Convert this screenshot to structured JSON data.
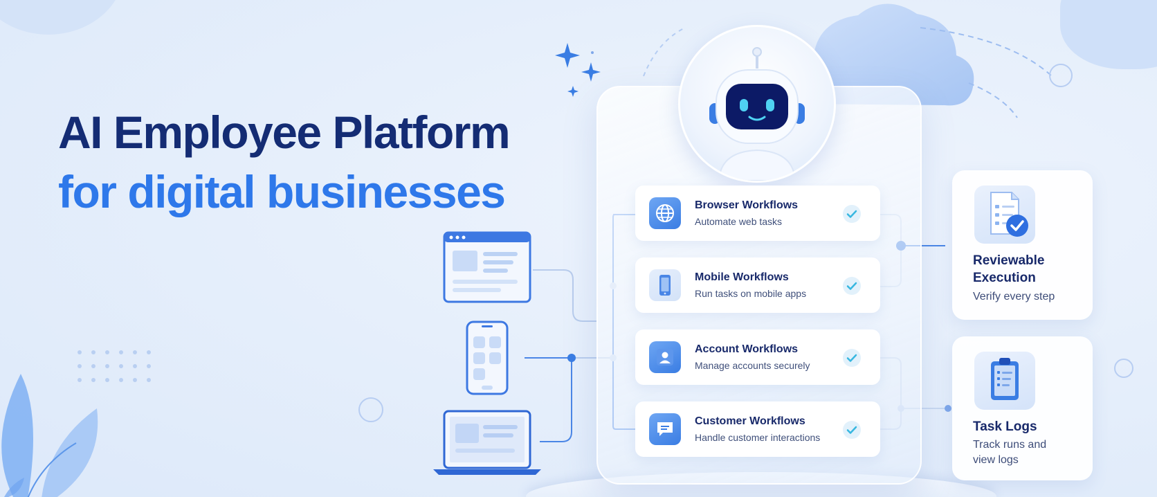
{
  "headline": {
    "line1": "AI Employee Platform",
    "line2": "for digital businesses"
  },
  "workflows": [
    {
      "title": "Browser Workflows",
      "subtitle": "Automate web tasks",
      "icon": "globe-icon",
      "status": "check-icon"
    },
    {
      "title": "Mobile Workflows",
      "subtitle": "Run tasks on mobile apps",
      "icon": "smartphone-icon",
      "status": "check-icon"
    },
    {
      "title": "Account Workflows",
      "subtitle": "Manage accounts securely",
      "icon": "user-icon",
      "status": "check-icon"
    },
    {
      "title": "Customer Workflows",
      "subtitle": "Handle customer interactions",
      "icon": "chat-bubble-icon",
      "status": "check-icon"
    }
  ],
  "side_cards": [
    {
      "title_line1": "Reviewable",
      "title_line2": "Execution",
      "subtitle_line1": "Verify every step",
      "subtitle_line2": "",
      "icon": "document-check-icon"
    },
    {
      "title_line1": "Task Logs",
      "title_line2": "",
      "subtitle_line1": "Track runs and",
      "subtitle_line2": "view logs",
      "icon": "clipboard-icon"
    }
  ],
  "devices": [
    "browser-window-icon",
    "smartphone-device-icon",
    "laptop-icon"
  ],
  "mascot": "robot-icon",
  "colors": {
    "headline_dark": "#142c74",
    "headline_accent": "#2e78ea",
    "primary_blue": "#3a7de3",
    "check_teal": "#37b7e0",
    "background": "#e6effb"
  }
}
